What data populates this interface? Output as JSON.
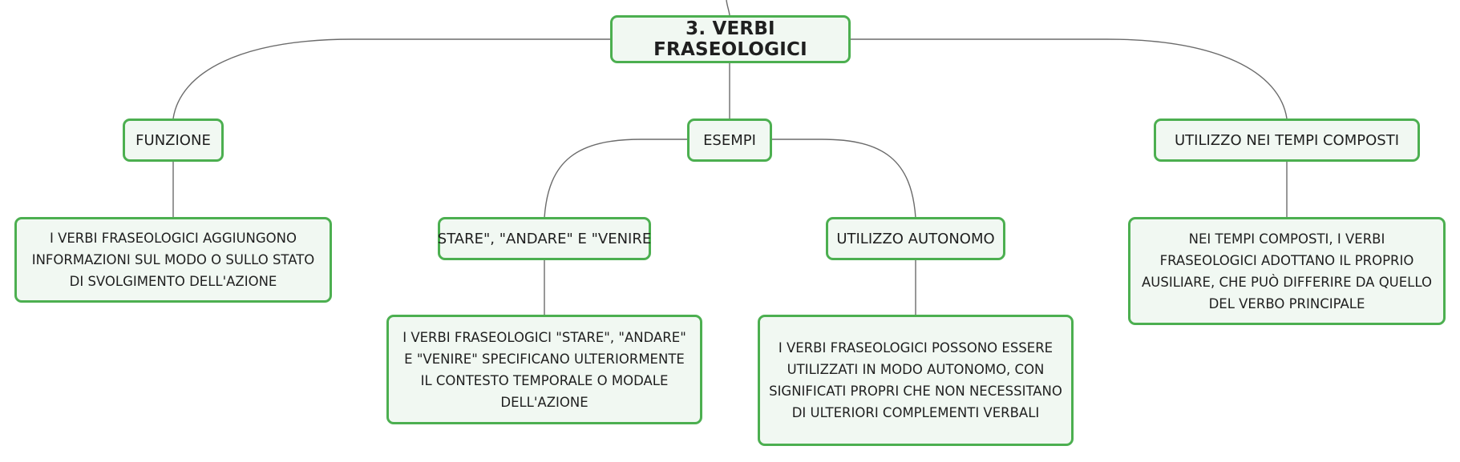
{
  "root": {
    "title": "3. VERBI FRASEOLOGICI"
  },
  "branches": {
    "funzione": {
      "label": "FUNZIONE",
      "detail": "I VERBI FRASEOLOGICI AGGIUNGONO INFORMAZIONI SUL MODO O SULLO STATO DI SVOLGIMENTO DELL'AZIONE"
    },
    "esempi": {
      "label": "ESEMPI",
      "children": {
        "stare": {
          "label": "STARE\", \"ANDARE\" E \"VENIRE",
          "detail": "I VERBI FRASEOLOGICI \"STARE\", \"ANDARE\" E \"VENIRE\" SPECIFICANO ULTERIORMENTE IL CONTESTO TEMPORALE O MODALE DELL'AZIONE"
        },
        "autonomo": {
          "label": "UTILIZZO AUTONOMO",
          "detail": "I VERBI FRASEOLOGICI POSSONO ESSERE UTILIZZATI IN MODO AUTONOMO, CON SIGNIFICATI PROPRI CHE NON NECESSITANO DI ULTERIORI COMPLEMENTI VERBALI"
        }
      }
    },
    "tempi": {
      "label": "UTILIZZO NEI TEMPI COMPOSTI",
      "detail": "NEI TEMPI COMPOSTI, I VERBI FRASEOLOGICI ADOTTANO IL PROPRIO AUSILIARE, CHE PUÒ DIFFERIRE DA QUELLO DEL VERBO PRINCIPALE"
    }
  },
  "colors": {
    "node_border": "#4caf50",
    "node_fill": "#f1f8f2",
    "connector": "#6b6b6b",
    "text": "#1f1f1f"
  }
}
